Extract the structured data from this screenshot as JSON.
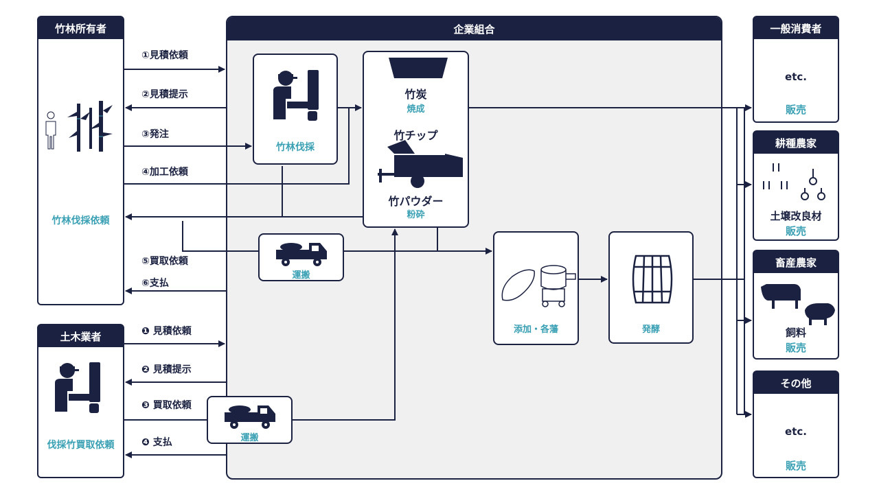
{
  "owner": {
    "title": "竹林所有者",
    "caption": "竹林伐採依頼"
  },
  "contractor": {
    "title": "土木業者",
    "caption": "伐採竹買取依頼"
  },
  "union": {
    "title": "企業組合",
    "logging": "竹林伐採",
    "charcoal": "竹炭",
    "firing": "焼成",
    "chip": "竹チップ",
    "powder": "竹パウダー",
    "crush": "粉砕",
    "transport1": "運搬",
    "transport2": "運搬",
    "additive": "添加・各藩",
    "ferment": "発酵"
  },
  "flows_owner": {
    "f1": "①見積依頼",
    "f2": "②見積提示",
    "f3": "③発注",
    "f4": "④加工依頼",
    "f5": "⑤買取依頼",
    "f6": "⑥支払"
  },
  "flows_contractor": {
    "f1": "❶ 見積依頼",
    "f2": "❷ 見積提示",
    "f3": "❸ 買取依頼",
    "f4": "❹ 支払"
  },
  "right": {
    "consumer": {
      "title": "一般消費者",
      "body": "etc.",
      "sale": "販売"
    },
    "farmer": {
      "title": "耕種農家",
      "body": "土壌改良材",
      "sale": "販売"
    },
    "livestock": {
      "title": "畜産農家",
      "body": "飼料",
      "sale": "販売"
    },
    "other": {
      "title": "その他",
      "body": "etc.",
      "sale": "販売"
    }
  },
  "colors": {
    "navy": "#1b2140",
    "teal": "#3aa0b4",
    "panel": "#f1f0f0"
  }
}
